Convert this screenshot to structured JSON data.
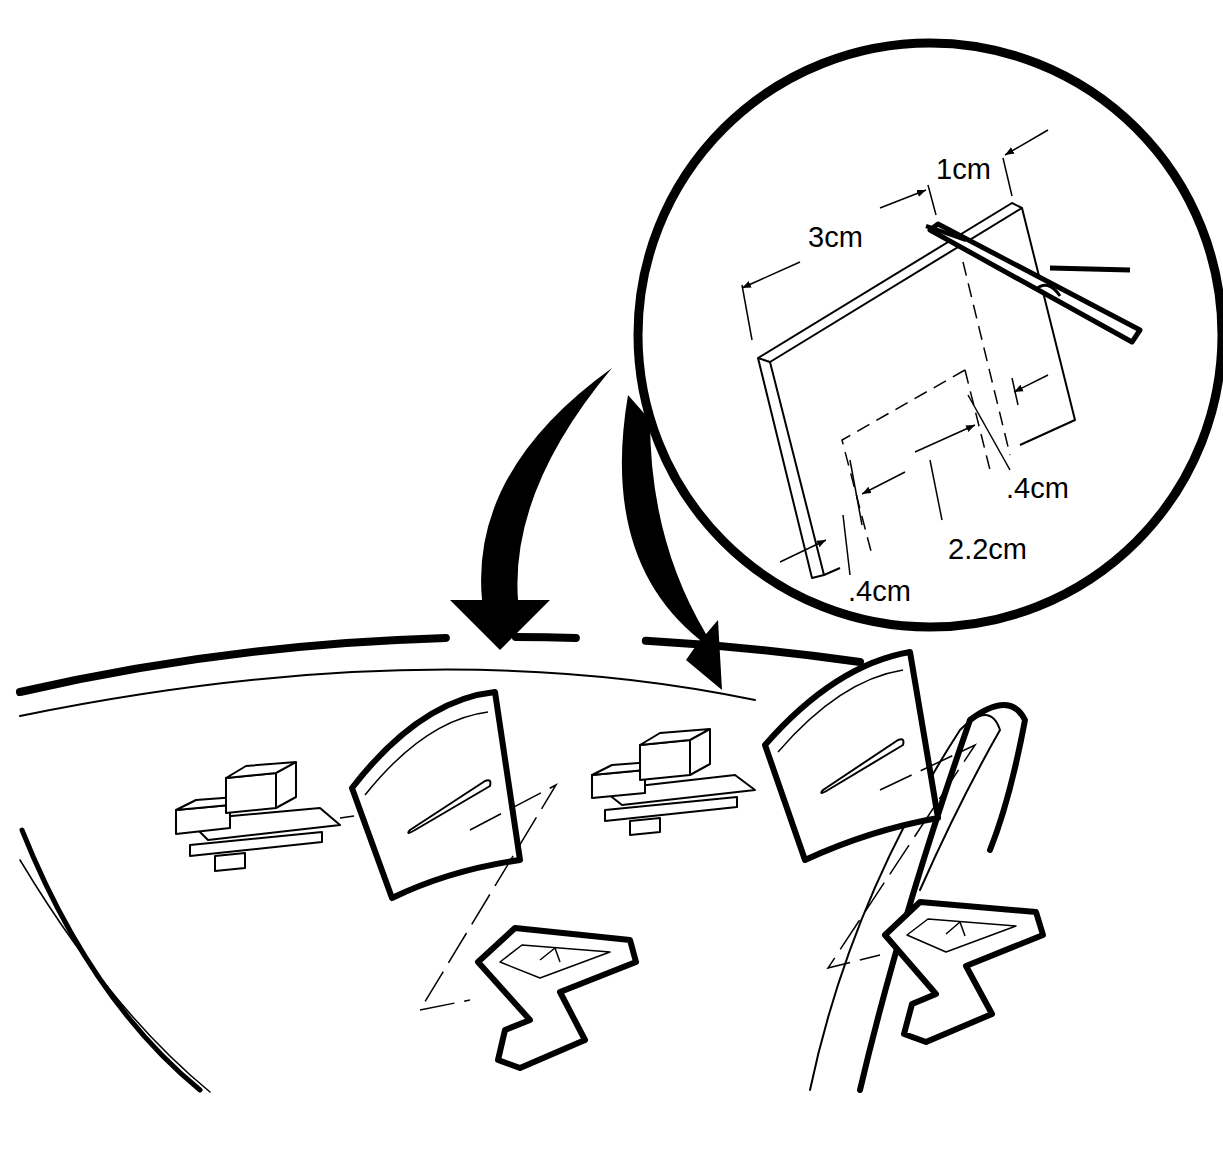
{
  "diagram": {
    "labels": [
      "1cm",
      "3cm",
      ".4cm",
      "2.2cm",
      ".4cm"
    ]
  }
}
